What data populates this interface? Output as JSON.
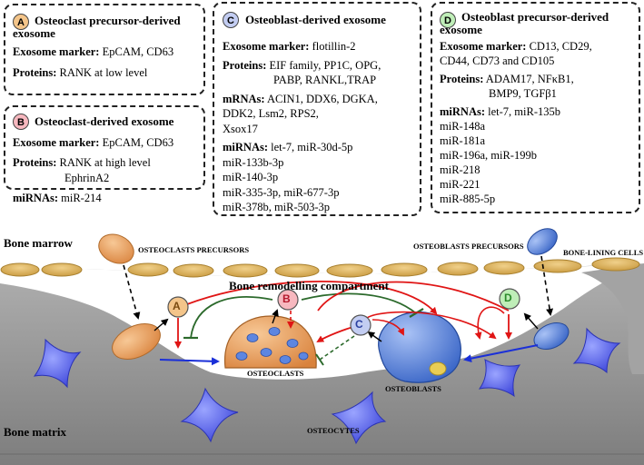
{
  "boxes": {
    "A": {
      "badge": "A",
      "title": [
        "Osteoclast precursor-derived",
        "exosome"
      ],
      "lines": [
        {
          "key": "Exosome marker:",
          "text": "EpCAM, CD63"
        },
        {
          "key": "Proteins:",
          "text": "RANK at low level"
        }
      ]
    },
    "B": {
      "badge": "B",
      "title": [
        "Osteoclast-derived exosome"
      ],
      "lines": [
        {
          "key": "Exosome marker:",
          "text": "EpCAM, CD63"
        },
        {
          "key": "Proteins:",
          "text": "RANK at high level"
        },
        {
          "key": "",
          "text": "EphrinA2"
        },
        {
          "key": "miRNAs:",
          "text": "miR-214"
        }
      ]
    },
    "C": {
      "badge": "C",
      "title": [
        "Osteoblast-derived exosome"
      ],
      "lines": [
        {
          "key": "Exosome marker:",
          "text": "flotillin-2"
        },
        {
          "key": "Proteins:",
          "text": "EIF family, PP1C, OPG,"
        },
        {
          "key": "",
          "text": "PABP, RANKL,TRAP"
        },
        {
          "key": "mRNAs:",
          "text": "ACIN1, DDX6, DGKA,"
        },
        {
          "key": "",
          "text": "DDK2, Lsm2, RPS2,"
        },
        {
          "key": "",
          "text": "Xsox17"
        },
        {
          "key": "miRNAs:",
          "text": "let-7, miR-30d-5p"
        },
        {
          "key": "",
          "text": "miR-133b-3p"
        },
        {
          "key": "",
          "text": "miR-140-3p"
        },
        {
          "key": "",
          "text": "miR-335-3p, miR-677-3p"
        },
        {
          "key": "",
          "text": "miR-378b, miR-503-3p"
        }
      ]
    },
    "D": {
      "badge": "D",
      "title": [
        "Osteoblast precursor-derived",
        "exosome"
      ],
      "lines": [
        {
          "key": "Exosome marker:",
          "text": "CD13, CD29,"
        },
        {
          "key": "",
          "text": "CD44, CD73 and CD105"
        },
        {
          "key": "Proteins:",
          "text": "ADAM17, NFκB1,"
        },
        {
          "key": "",
          "text": "BMP9, TGFβ1"
        },
        {
          "key": "miRNAs:",
          "text": "let-7, miR-135b"
        },
        {
          "key": "",
          "text": "miR-148a"
        },
        {
          "key": "",
          "text": "miR-181a"
        },
        {
          "key": "",
          "text": "miR-196a, miR-199b"
        },
        {
          "key": "",
          "text": "miR-218"
        },
        {
          "key": "",
          "text": "miR-221"
        },
        {
          "key": "",
          "text": "miR-885-5p"
        }
      ]
    }
  },
  "labels": {
    "bone_marrow": "Bone marrow",
    "osteoclasts_precursors": "OSTEOCLASTS PRECURSORS",
    "osteoblasts_precursors": "OSTEOBLASTS PRECURSORS",
    "bone_lining_cells": "BONE-LINING CELLS",
    "remodelling": "Bone remodelling compartment",
    "osteoclasts": "OSTEOCLASTS",
    "osteoblasts": "OSTEOBLASTS",
    "osteocytes": "OSTEOCYTES",
    "bone_matrix": "Bone matrix"
  },
  "colors": {
    "A": "#f4c58a",
    "B": "#f7b8bf",
    "C": "#c3cdf2",
    "D": "#bfeeb8",
    "osteoclast": "#e89a55",
    "osteoblast": "#3f6fd1",
    "lining": "#e2b765",
    "matrix": "#8c8c8c",
    "osteocyte": "#4a55e8",
    "arrow_red": "#e01515",
    "arrow_green": "#2c6a2c",
    "arrow_blue": "#1a2fd8"
  }
}
